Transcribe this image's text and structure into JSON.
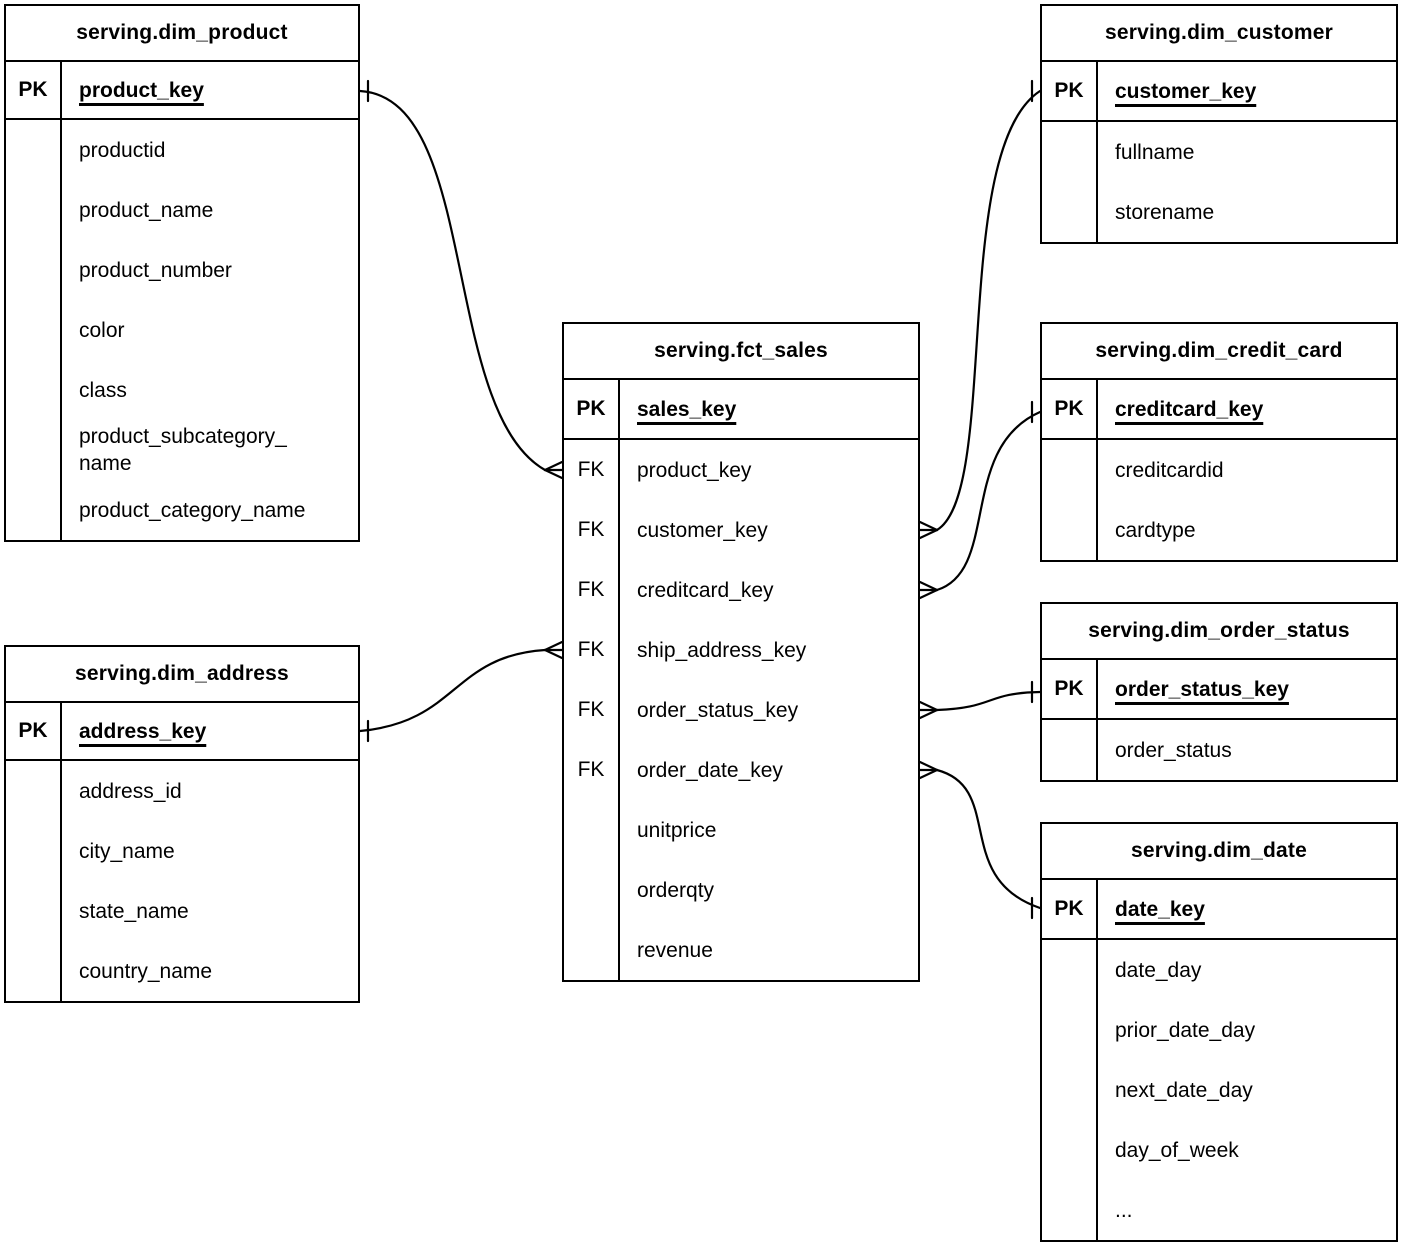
{
  "diagram": {
    "colors": {
      "line": "#000000",
      "background": "#ffffff",
      "text": "#000000"
    },
    "tables": [
      {
        "id": "dim_product",
        "title": "serving.dim_product",
        "pk_label": "PK",
        "pk_field": "product_key",
        "fields": [
          {
            "key": "",
            "name": "productid"
          },
          {
            "key": "",
            "name": "product_name"
          },
          {
            "key": "",
            "name": "product_number"
          },
          {
            "key": "",
            "name": "color"
          },
          {
            "key": "",
            "name": "class"
          },
          {
            "key": "",
            "name": "product_subcategory_\nname"
          },
          {
            "key": "",
            "name": "product_category_name"
          }
        ]
      },
      {
        "id": "dim_address",
        "title": "serving.dim_address",
        "pk_label": "PK",
        "pk_field": "address_key",
        "fields": [
          {
            "key": "",
            "name": "address_id"
          },
          {
            "key": "",
            "name": "city_name"
          },
          {
            "key": "",
            "name": "state_name"
          },
          {
            "key": "",
            "name": "country_name"
          }
        ]
      },
      {
        "id": "fct_sales",
        "title": "serving.fct_sales",
        "pk_label": "PK",
        "pk_field": "sales_key",
        "fields": [
          {
            "key": "FK",
            "name": "product_key"
          },
          {
            "key": "FK",
            "name": "customer_key"
          },
          {
            "key": "FK",
            "name": "creditcard_key"
          },
          {
            "key": "FK",
            "name": "ship_address_key"
          },
          {
            "key": "FK",
            "name": "order_status_key"
          },
          {
            "key": "FK",
            "name": "order_date_key"
          },
          {
            "key": "",
            "name": "unitprice"
          },
          {
            "key": "",
            "name": "orderqty"
          },
          {
            "key": "",
            "name": "revenue"
          }
        ]
      },
      {
        "id": "dim_customer",
        "title": "serving.dim_customer",
        "pk_label": "PK",
        "pk_field": "customer_key",
        "fields": [
          {
            "key": "",
            "name": "fullname"
          },
          {
            "key": "",
            "name": "storename"
          }
        ]
      },
      {
        "id": "dim_credit_card",
        "title": "serving.dim_credit_card",
        "pk_label": "PK",
        "pk_field": "creditcard_key",
        "fields": [
          {
            "key": "",
            "name": "creditcardid"
          },
          {
            "key": "",
            "name": "cardtype"
          }
        ]
      },
      {
        "id": "dim_order_status",
        "title": "serving.dim_order_status",
        "pk_label": "PK",
        "pk_field": "order_status_key",
        "fields": [
          {
            "key": "",
            "name": "order_status"
          }
        ]
      },
      {
        "id": "dim_date",
        "title": "serving.dim_date",
        "pk_label": "PK",
        "pk_field": "date_key",
        "fields": [
          {
            "key": "",
            "name": "date_day"
          },
          {
            "key": "",
            "name": "prior_date_day"
          },
          {
            "key": "",
            "name": "next_date_day"
          },
          {
            "key": "",
            "name": "day_of_week"
          },
          {
            "key": "",
            "name": "..."
          }
        ]
      }
    ],
    "relationships": [
      {
        "id": "product-sales",
        "one": "serving.dim_product.product_key",
        "many": "serving.fct_sales.product_key",
        "cardinality": "one-to-many"
      },
      {
        "id": "address-sales",
        "one": "serving.dim_address.address_key",
        "many": "serving.fct_sales.ship_address_key",
        "cardinality": "one-to-many"
      },
      {
        "id": "customer-sales",
        "one": "serving.dim_customer.customer_key",
        "many": "serving.fct_sales.customer_key",
        "cardinality": "one-to-many"
      },
      {
        "id": "creditcard-sales",
        "one": "serving.dim_credit_card.creditcard_key",
        "many": "serving.fct_sales.creditcard_key",
        "cardinality": "one-to-many"
      },
      {
        "id": "orderstatus-sales",
        "one": "serving.dim_order_status.order_status_key",
        "many": "serving.fct_sales.order_status_key",
        "cardinality": "one-to-many"
      },
      {
        "id": "date-sales",
        "one": "serving.dim_date.date_key",
        "many": "serving.fct_sales.order_date_key",
        "cardinality": "one-to-many"
      }
    ]
  }
}
